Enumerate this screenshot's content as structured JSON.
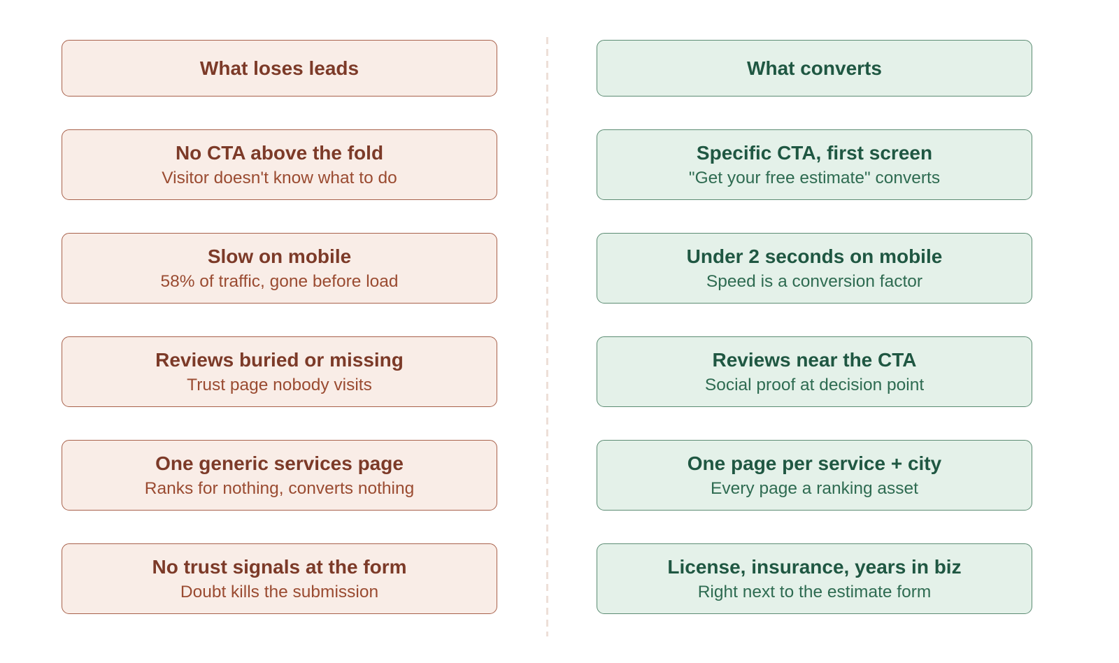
{
  "page": {
    "background": "#ffffff"
  },
  "divider": {
    "color": "#eddfd8",
    "style": "dashed-vertical"
  },
  "columns": [
    {
      "id": "loses-leads",
      "header": "What loses leads",
      "theme": {
        "bg": "#f9ede7",
        "border": "#a8614b",
        "title": "#7c3a28",
        "subtitle": "#9a4b31"
      },
      "items": [
        {
          "title": "No CTA above the fold",
          "subtitle": "Visitor doesn't know what to do"
        },
        {
          "title": "Slow on mobile",
          "subtitle": "58% of traffic, gone before load"
        },
        {
          "title": "Reviews buried or missing",
          "subtitle": "Trust page nobody visits"
        },
        {
          "title": "One generic services page",
          "subtitle": "Ranks for nothing, converts nothing"
        },
        {
          "title": "No trust signals at the form",
          "subtitle": "Doubt kills the submission"
        }
      ]
    },
    {
      "id": "converts",
      "header": "What converts",
      "theme": {
        "bg": "#e4f1e9",
        "border": "#5c8c73",
        "title": "#1f5742",
        "subtitle": "#2e6b51"
      },
      "items": [
        {
          "title": "Specific CTA, first screen",
          "subtitle": "\"Get your free estimate\" converts"
        },
        {
          "title": "Under 2 seconds on mobile",
          "subtitle": "Speed is a conversion factor"
        },
        {
          "title": "Reviews near the CTA",
          "subtitle": "Social proof at decision point"
        },
        {
          "title": "One page per service + city",
          "subtitle": "Every page a ranking asset"
        },
        {
          "title": "License, insurance, years in biz",
          "subtitle": "Right next to the estimate form"
        }
      ]
    }
  ]
}
